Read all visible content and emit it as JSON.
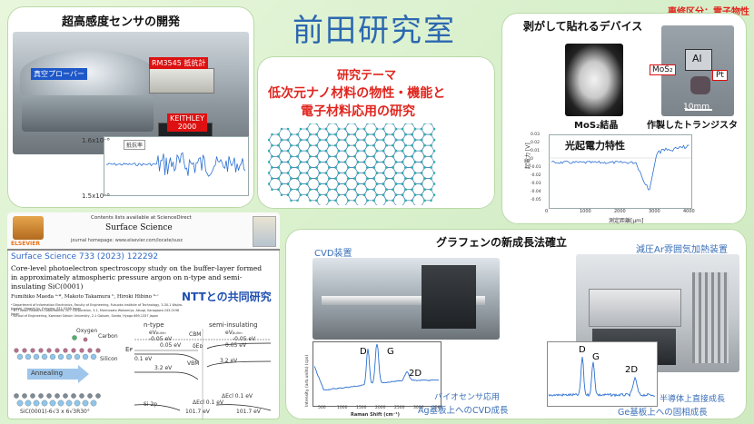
{
  "header": {
    "title": "前田研究室",
    "major_label": "専修区分：電子物性"
  },
  "sensor_panel": {
    "title": "超高感度センサの開発",
    "labels": {
      "vacuum_probe": "真空プローバー",
      "rm3545": "RM3545 抵抗計",
      "keithley": "KEITHLEY\n2000",
      "keithley_line1": "KEITHLEY",
      "keithley_line2": "2000"
    },
    "graph": {
      "legend": "抵抗率",
      "ytick_top": "1.6x10⁻⁸",
      "ytick_bottom": "1.5x10⁻⁸"
    }
  },
  "theme_panel": {
    "line1": "研究テーマ",
    "line2": "低次元ナノ材料の物性・機能と",
    "line3": "電子材料応用の研究"
  },
  "device_panel": {
    "title": "剥がして貼れるデバイス",
    "crystal_caption": "MoS₂結晶",
    "transistor_caption": "作製したトランジスタ",
    "tags": {
      "mos2": "MoS₂",
      "al": "Al",
      "pt": "Pt"
    },
    "scalebar": "10mm",
    "photocurrent_title": "光起電力特性",
    "graph": {
      "xlabel": "測定距離[μm]",
      "ylabel": "起電力 [V]",
      "xticks": [
        "0",
        "1000",
        "2000",
        "3000",
        "4000"
      ],
      "yticks": [
        "0.03",
        "0.02",
        "0.01",
        "0",
        "-0.01",
        "-0.02",
        "-0.03",
        "-0.04",
        "-0.05"
      ]
    }
  },
  "paper_panel": {
    "sciencedirect_line": "Contents lists available at ScienceDirect",
    "journal": "Surface Science",
    "homepage": "journal homepage: www.elsevier.com/locate/susc",
    "publisher": "ELSEVIER",
    "cite": "Surface Science 733 (2023) 122292",
    "paper_title": "Core-level photoelectron spectroscopy study on the buffer-layer formed in approximately atmospheric pressure argon on n-type and semi-insulating SiC(0001)",
    "authors": "Fumihiko Maeda ᵃ·*, Makoto Takamura ᵇ, Hiroki Hibino ᵇ·ᶜ",
    "affil_a": "ᵃ Department of Information Electronics, Faculty of Engineering, Fukuoka Institute of Technology, 3-30-1 Wajiro-higashi, Higashi-ku, Fukuoka, 811-0295 Japan",
    "affil_b": "ᵇ NTT Basic Research Laboratories, NTT Corporation, 3-1, Morinosato Wakamiya, Atsugi, Kanagawa 243-0198 Japan",
    "affil_c": "ᶜ School of Engineering, Kwansei Gakuin University, 2-1 Gakuen, Sanda, Hyogo 669-1337 Japan",
    "ntt_label": "NTTとの共同研究",
    "fig": {
      "ntype": "n-type",
      "semi": "semi-insulating",
      "carbon": "Carbon",
      "oxygen": "Oxygen",
      "silicon": "Silicon",
      "annealing": "Annealing",
      "sic": "SiC(0001)-6√3 x 6√3R30°",
      "si2p": "Si 2p",
      "cbm": "CBM",
      "vbm": "VBM",
      "ef": "Eғ",
      "e1": "eVᵦᵤ₀ₘ",
      "e2": "-0.05 eV",
      "e3": "0.05 eV",
      "e4": "0.1 eV",
      "e5": "3.2 eV",
      "e6": "eVᵦᵤ₀ₘ",
      "e7": "-0.05 eV",
      "e8": "0.05 eV",
      "e9": "3.2 eV",
      "e10": "ΔEcl 0.1 eV",
      "e11": "101.7 eV",
      "e12": "101.7 eV",
      "e13": "ΔEcl 0.1 eV",
      "delta": "δEᴅ"
    }
  },
  "graphene_panel": {
    "title": "グラフェンの新成長法確立",
    "cvd": "CVD装置",
    "reduced_pressure": "減圧Ar雰囲気加熱装置",
    "biosensor": "バイオセンサ応用",
    "ag_growth": "Ag基板上へのCVD成長",
    "semiconductor_direct": "半導体上直接成長",
    "ge_growth": "Ge基板上への固相成長",
    "raman_left": {
      "xlabel": "Raman Shift (cm⁻¹)",
      "ylabel": "Intensity (arb.units) (cps)",
      "peaks": [
        "D",
        "G",
        "2D"
      ],
      "xticks": [
        "500",
        "1000",
        "1500",
        "2000",
        "2500",
        "3000",
        "3500"
      ]
    },
    "raman_right": {
      "peaks": [
        "D",
        "G",
        "2D"
      ]
    }
  }
}
